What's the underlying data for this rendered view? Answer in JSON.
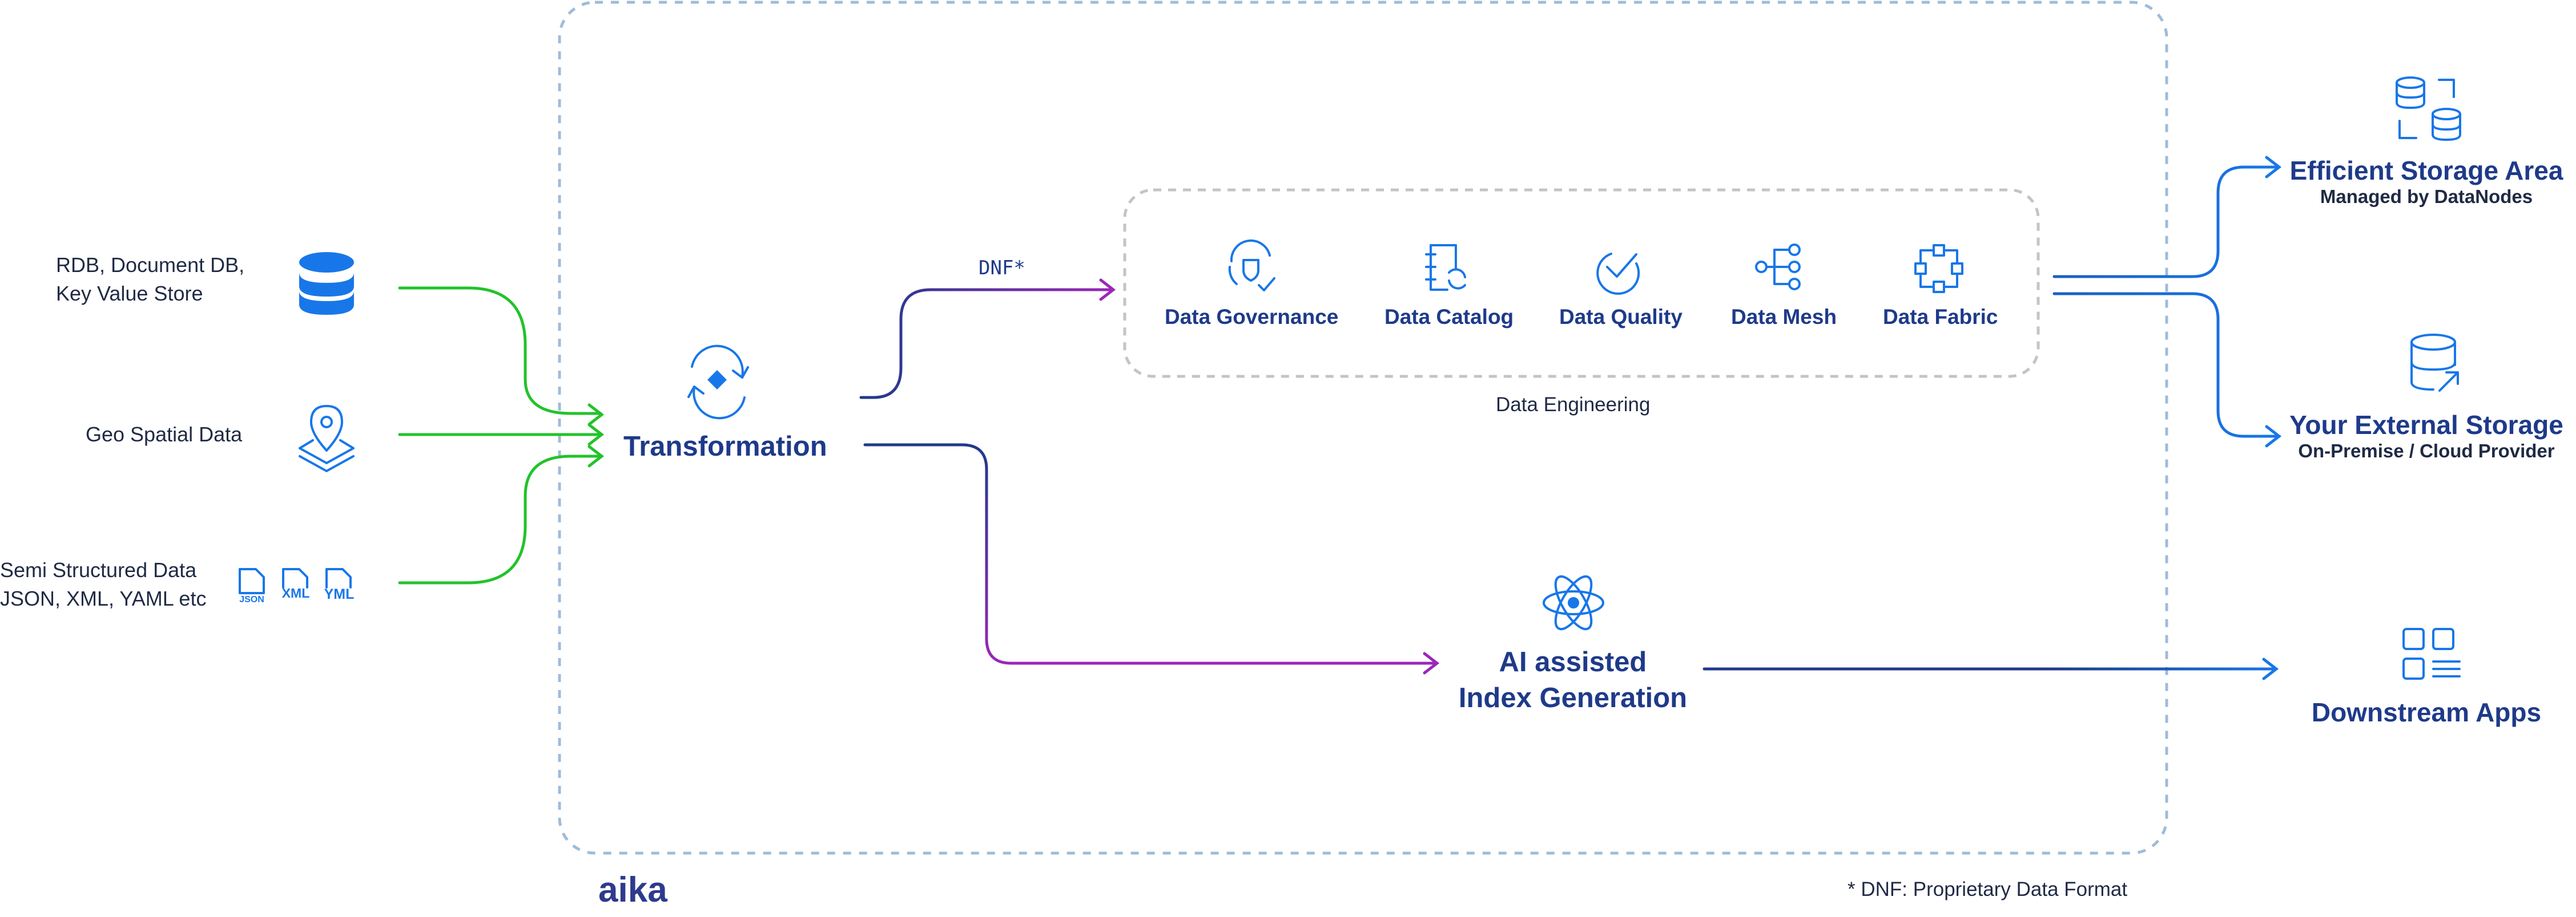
{
  "sources": [
    {
      "line1": "RDB, Document DB,",
      "line2": "Key Value Store",
      "icon": "database-icon"
    },
    {
      "line1": "Geo Spatial Data",
      "icon": "map-pin-layers-icon"
    },
    {
      "line1": "Semi Structured Data",
      "line2": "JSON, XML, YAML etc",
      "icon": "file-format-icons",
      "file_labels": [
        "JSON",
        "XML",
        "YML"
      ]
    }
  ],
  "transformation": {
    "label": "Transformation",
    "icon": "sync-diamond-icon"
  },
  "dnf_label": "DNF*",
  "engineering": {
    "group_label": "Data Engineering",
    "items": [
      {
        "label": "Data Governance",
        "icon": "governance-shield-icon"
      },
      {
        "label": "Data Catalog",
        "icon": "catalog-book-icon"
      },
      {
        "label": "Data Quality",
        "icon": "check-circle-icon"
      },
      {
        "label": "Data Mesh",
        "icon": "mesh-nodes-icon"
      },
      {
        "label": "Data Fabric",
        "icon": "fabric-nodes-icon"
      }
    ]
  },
  "ai": {
    "line1": "AI assisted",
    "line2": "Index Generation",
    "icon": "atom-icon"
  },
  "destinations": [
    {
      "title": "Efficient Storage Area",
      "subtitle": "Managed by DataNodes",
      "icon": "databases-icon"
    },
    {
      "title": "Your External Storage",
      "subtitle": "On-Premise / Cloud Provider",
      "icon": "database-export-icon"
    },
    {
      "title": "Downstream Apps",
      "icon": "apps-grid-icon"
    }
  ],
  "footnote": "* DNF: Proprietary Data Format",
  "brand": "aika",
  "colors": {
    "green": "#22c32a",
    "navy": "#1e3a8a",
    "purple": "#9b27b8",
    "blue": "#1877e8",
    "dashed_border": "#9fbcd9",
    "group_border": "#c4c4c4"
  }
}
